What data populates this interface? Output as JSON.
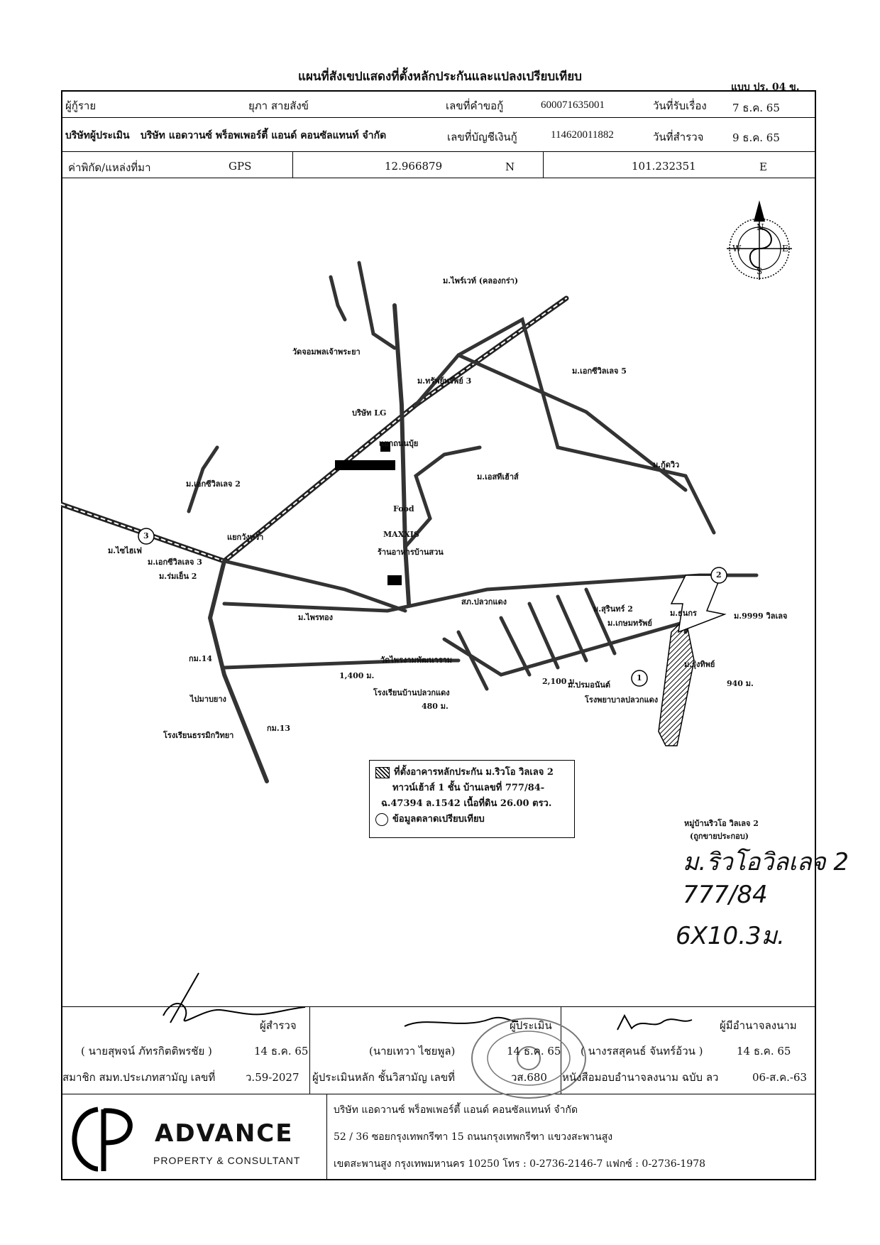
{
  "header": {
    "title": "แผนที่สังเขปแสดงที่ตั้งหลักประกันและแปลงเปรียบเทียบ",
    "form_no": "แบบ ปร. 04 ข."
  },
  "info": {
    "borrower_label": "ผู้กู้ราย",
    "borrower_name": "ยุภา สายสังข์",
    "request_no_label": "เลขที่คำขอกู้",
    "request_no": "600071635001",
    "receive_date_label": "วันที่รับเรื่อง",
    "receive_date": "7 ธ.ค. 65",
    "appraiser_company_label": "บริษัทผู้ประเมิน",
    "appraiser_company": "บริษัท แอดวานซ์ พร็อพเพอร์ตี้ แอนด์ คอนซัลแทนท์ จำกัด",
    "account_no_label": "เลขที่บัญชีเงินกู้",
    "account_no": "114620011882",
    "survey_date_label": "วันที่สำรวจ",
    "survey_date": "9 ธ.ค. 65",
    "coord_label": "ค่าพิกัด/แหล่งที่มา",
    "coord_source": "GPS",
    "lat": "12.966879",
    "lat_dir": "N",
    "lon": "101.232351",
    "lon_dir": "E"
  },
  "compass": {
    "n": "N",
    "s": "S",
    "e": "E",
    "w": "W"
  },
  "map_labels": [
    "ม.ไพร์เวท์ (คลองกร่า)",
    "วัดจอมพลเจ้าพระยา",
    "ม.เอกซีวิลเลจ 5",
    "ม.ทรัพย์ทรัพย์ 3",
    "บริษัท LG",
    "แยกถนนบุ้ย",
    "ม.เอกซีวิลเลจ 2",
    "ม.ไซไฮเฟ",
    "ม.เอกซีวิลเลจ 3",
    "ม.ร่มเย็น 2",
    "แยกวังหว้า",
    "MAXXIS",
    "Food",
    "ร้านอาหารบ้านสวน",
    "ม.เอสทีเฮ้าส์",
    "ม.กู้ดวิว",
    "ม.ไพรทอง",
    "สภ.ปลวกแดง",
    "วัดไพรงามพัฒนาราม",
    "ม.เกษมทรัพย์",
    "โรงเรียนบ้านปลวกแดง",
    "โรงพยาบาลปลวกแดง",
    "ม.ปรมอนันต์",
    "ม.สุรินทร์ 2",
    "ม.ธนกร",
    "ม.9999 วิลเลจ",
    "ม.รุ่งทิพย์",
    "กม.14",
    "กม.13",
    "โรงเรียนธรรมิกวิทยา",
    "ไปมาบยาง",
    "1,400 ม.",
    "480 ม.",
    "2,100 ม.",
    "940 ม.",
    "หมู่บ้านริวโอ วิลเลจ 2",
    "(ถูกขายประกอบ)"
  ],
  "map_markers": [
    "1",
    "2",
    "3"
  ],
  "legend": {
    "line1": "ที่ตั้งอาคารหลักประกัน ม.ริวโอ วิลเลจ 2",
    "line2": "ทาวน์เฮ้าส์ 1 ชั้น บ้านเลขที่ 777/84-",
    "line3": "ฉ.47394 ล.1542 เนื้อที่ดิน 26.00 ตรว.",
    "line4": "ข้อมูลตลาดเปรียบเทียบ"
  },
  "handwritten": {
    "line1": "ม.ริวโอวิลเลจ 2",
    "line2": "777/84",
    "line3": "6X10.3ม."
  },
  "signatures": {
    "surveyor_role": "ผู้สำรวจ",
    "surveyor_name": "( นายสุพจน์ ภัทรกิตติพรชัย )",
    "surveyor_date": "14 ธ.ค. 65",
    "surveyor_member": "สมาชิก สมท.ประเภทสามัญ เลขที่",
    "surveyor_member_no": "ว.59-2027",
    "appraiser_role": "ผู้ประเมิน",
    "appraiser_name": "(นายเทวา ไชยพูล)",
    "appraiser_date": "14 ธ.ค. 65",
    "appraiser_level": "ผู้ประเมินหลัก ชั้นวิสามัญ เลขที่",
    "appraiser_no": "วส.680",
    "signer_role": "ผู้มีอำนาจลงนาม",
    "signer_name": "( นางรสสุคนธ์ จันทร์อ้วน )",
    "signer_date": "14 ธ.ค. 65",
    "signer_auth": "หนังสือมอบอำนาจลงนาม ฉบับ ลว",
    "signer_auth_date": "06-ส.ค.-63"
  },
  "footer": {
    "brand": "ADVANCE",
    "brand_sub": "PROPERTY & CONSULTANT",
    "company": "บริษัท แอดวานซ์ พร็อพเพอร์ตี้ แอนด์ คอนซัลแทนท์ จำกัด",
    "address1": "52 / 36 ซอยกรุงเทพกรีฑา 15 ถนนกรุงเทพกรีฑา แขวงสะพานสูง",
    "address2": "เขตสะพานสูง กรุงเทพมหานคร 10250 โทร : 0-2736-2146-7 แฟกซ์ : 0-2736-1978"
  }
}
